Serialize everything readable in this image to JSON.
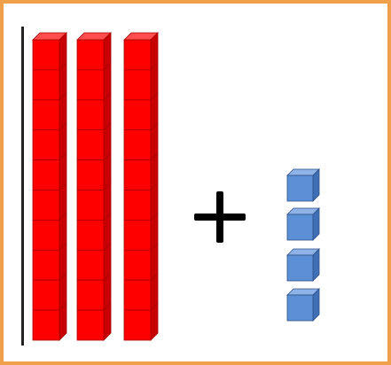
{
  "scene": {
    "tens_rods": 3,
    "cubes_per_rod": 10,
    "ones_cubes": 4,
    "operator": "+"
  },
  "colors": {
    "frame": "#f0a04b",
    "rod_front": "#ff0000",
    "rod_top": "#ff4d4d",
    "rod_side": "#c80000",
    "rod_edge": "#a80000",
    "cube_front": "#5b8fd6",
    "cube_top": "#8fb3e6",
    "cube_side": "#3f6fb5",
    "cube_edge": "#2e4f86",
    "operator": "#000000"
  }
}
